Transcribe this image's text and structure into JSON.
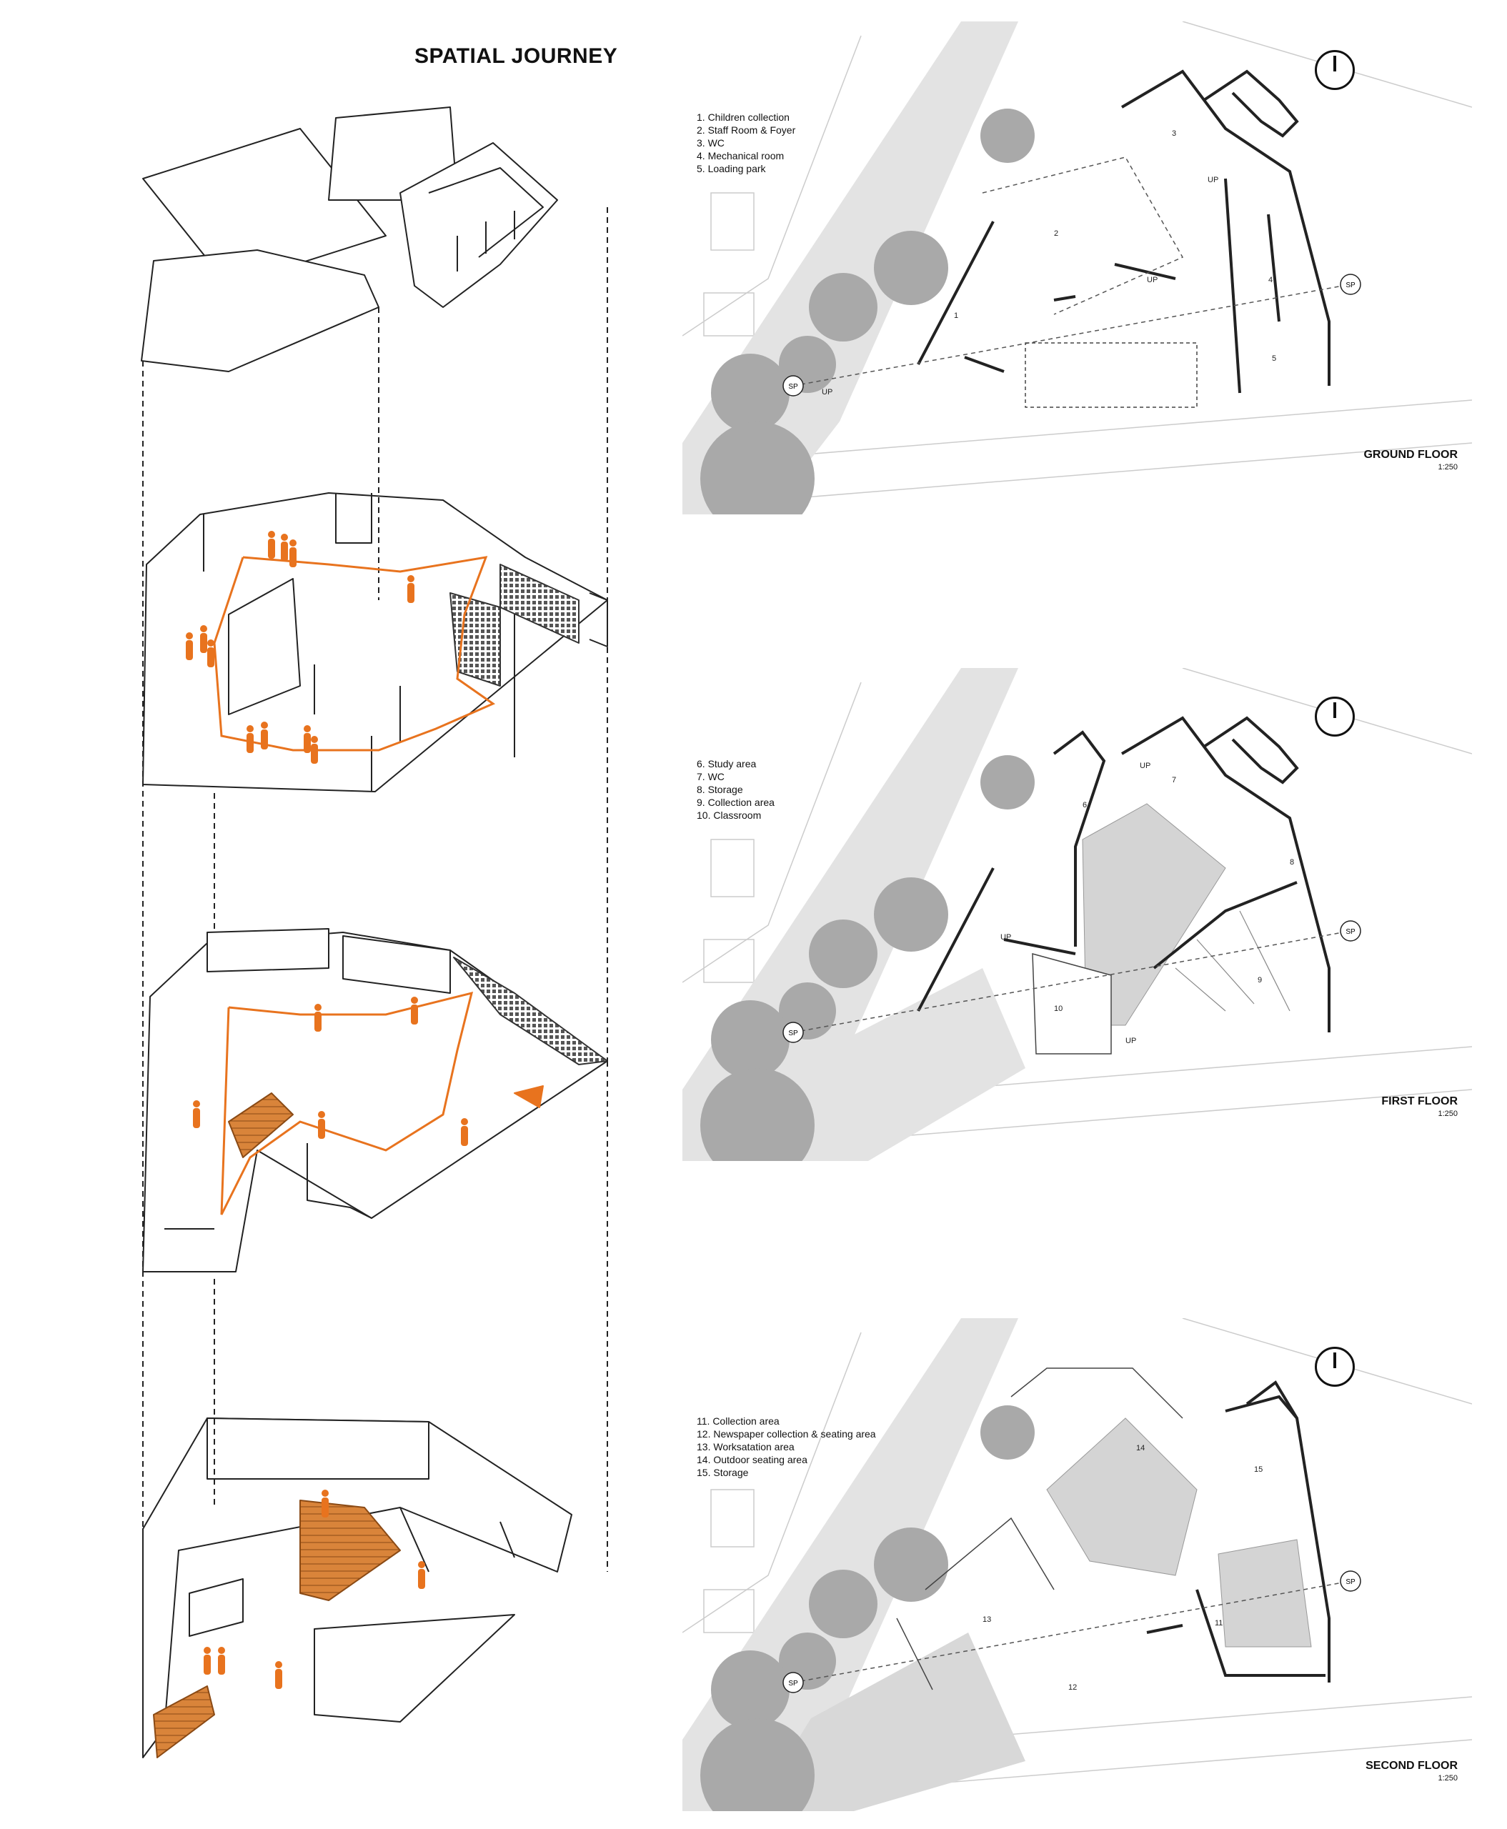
{
  "page_title": "SPATIAL JOURNEY",
  "colors": {
    "path": "#E8731E",
    "figure": "#E8731E",
    "tree": "#A9A9A9",
    "shade": "#DADADA",
    "wood": "#D9843A",
    "line": "#222222"
  },
  "floors": [
    {
      "name": "GROUND FLOOR",
      "scale": "1:250",
      "legend": [
        "1. Children collection",
        "2. Staff Room & Foyer",
        "3. WC",
        "4. Mechanical room",
        "5. Loading park"
      ],
      "room_numbers": [
        "1",
        "2",
        "3",
        "4",
        "5"
      ],
      "labels": {
        "sp_left": "SP",
        "sp_right": "SP",
        "up1": "UP",
        "up2": "UP",
        "up3": "UP"
      }
    },
    {
      "name": "FIRST FLOOR",
      "scale": "1:250",
      "legend": [
        "6. Study area",
        "7. WC",
        "8. Storage",
        "9. Collection area",
        "10. Classroom"
      ],
      "room_numbers": [
        "6",
        "7",
        "8",
        "9",
        "10"
      ],
      "labels": {
        "sp_left": "SP",
        "sp_right": "SP",
        "up1": "UP",
        "up2": "UP",
        "up3": "UP"
      }
    },
    {
      "name": "SECOND FLOOR",
      "scale": "1:250",
      "legend": [
        "11. Collection area",
        "12. Newspaper collection & seating area",
        "13. Worksatation area",
        "14. Outdoor seating area",
        "15. Storage"
      ],
      "room_numbers": [
        "11",
        "12",
        "13",
        "14",
        "15"
      ],
      "labels": {
        "sp_left": "SP",
        "sp_right": "SP"
      }
    }
  ],
  "icons": [
    "north-arrow-icon",
    "tree-icon",
    "section-point-icon"
  ]
}
